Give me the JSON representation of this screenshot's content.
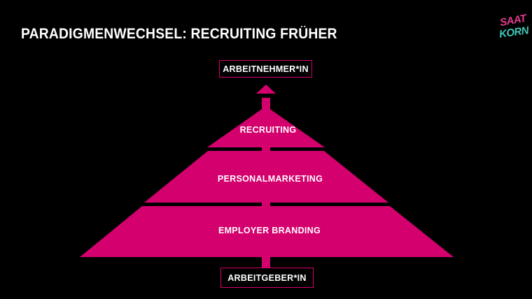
{
  "slide": {
    "title": "PARADIGMENWECHSEL: RECRUITING FRÜHER",
    "logo": {
      "line1": "SAAT",
      "line2": "KORN"
    }
  },
  "diagram": {
    "top_box": "ARBEITNEHMER*IN",
    "bottom_box": "ARBEITGEBER*IN",
    "tiers": [
      {
        "label": "RECRUITING"
      },
      {
        "label": "PERSONALMARKETING"
      },
      {
        "label": "EMPLOYER BRANDING"
      }
    ],
    "colors": {
      "pyramid": "#d4006e",
      "box_border": "#d4006e",
      "background": "#000000",
      "text": "#ffffff",
      "logo_pink": "#e23a8f",
      "logo_teal": "#3fc7b9"
    },
    "icons": [
      "up-arrow-icon"
    ]
  }
}
